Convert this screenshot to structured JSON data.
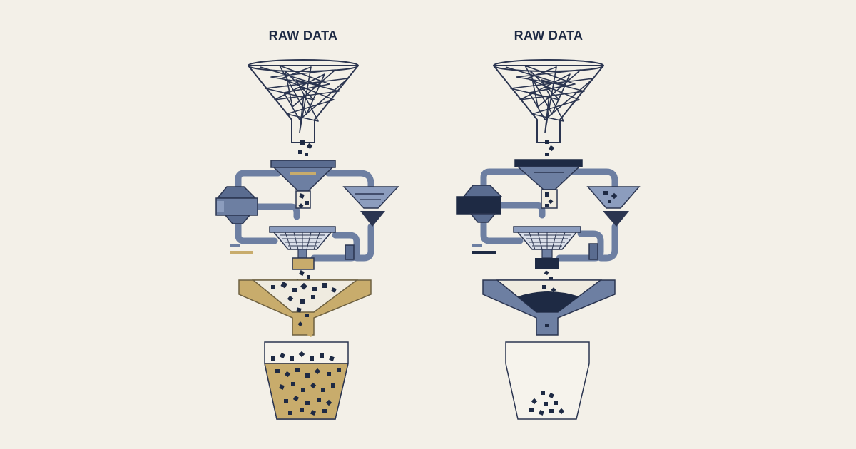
{
  "panels": [
    {
      "title": "RAW DATA",
      "variant": "gold"
    },
    {
      "title": "RAW DATA",
      "variant": "navy"
    }
  ],
  "colors": {
    "background": "#F3F0E8",
    "ink": "#1E2A44",
    "steel": "#6D7FA2",
    "steel_light": "#8C9DBE",
    "gold": "#C8AC6C",
    "gold_light": "#D8C08A",
    "outline": "#2B3550"
  }
}
